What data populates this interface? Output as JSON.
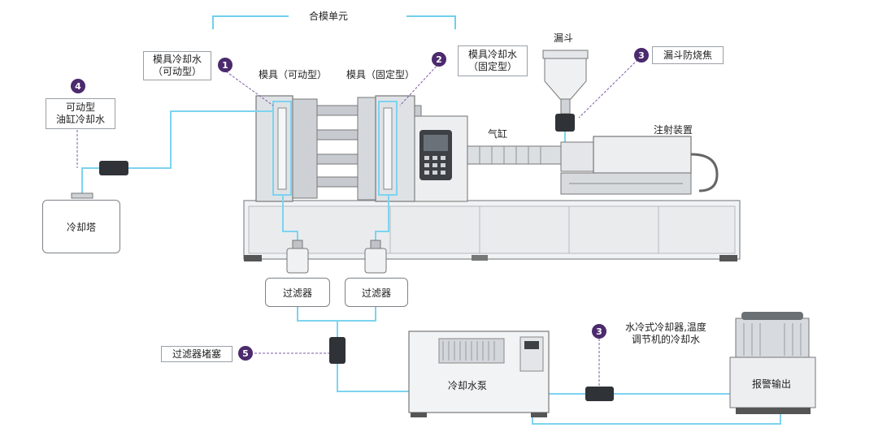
{
  "labels": {
    "mold_unit": "合模单元",
    "mold_movable": "模具（可动型）",
    "mold_fixed": "模具（固定型）",
    "hopper": "漏斗",
    "cylinder": "气缸",
    "injection": "注射装置",
    "mold_cool_movable_1": "模具冷却水",
    "mold_cool_movable_2": "（可动型）",
    "mold_cool_fixed_1": "模具冷却水",
    "mold_cool_fixed_2": "（固定型）",
    "hopper_anti_burn": "漏斗防烧焦",
    "oil_cool_1": "可动型",
    "oil_cool_2": "油缸冷却水",
    "cooling_tower": "冷却塔",
    "filter_left": "过滤器",
    "filter_right": "过滤器",
    "filter_blocked": "过滤器堵塞",
    "pump": "冷却水泵",
    "chiller_1": "水冷式冷却器,温度",
    "chiller_2": "调节机的冷却水",
    "alarm": "报警输出"
  },
  "badges": {
    "b1": "1",
    "b2": "2",
    "b3a": "3",
    "b3b": "3",
    "b4": "4",
    "b5": "5"
  },
  "colors": {
    "water_line": "#7dd3f0",
    "badge": "#4b2a6d",
    "bracket": "#6fd0ec",
    "leader": "#7b5aa6"
  }
}
